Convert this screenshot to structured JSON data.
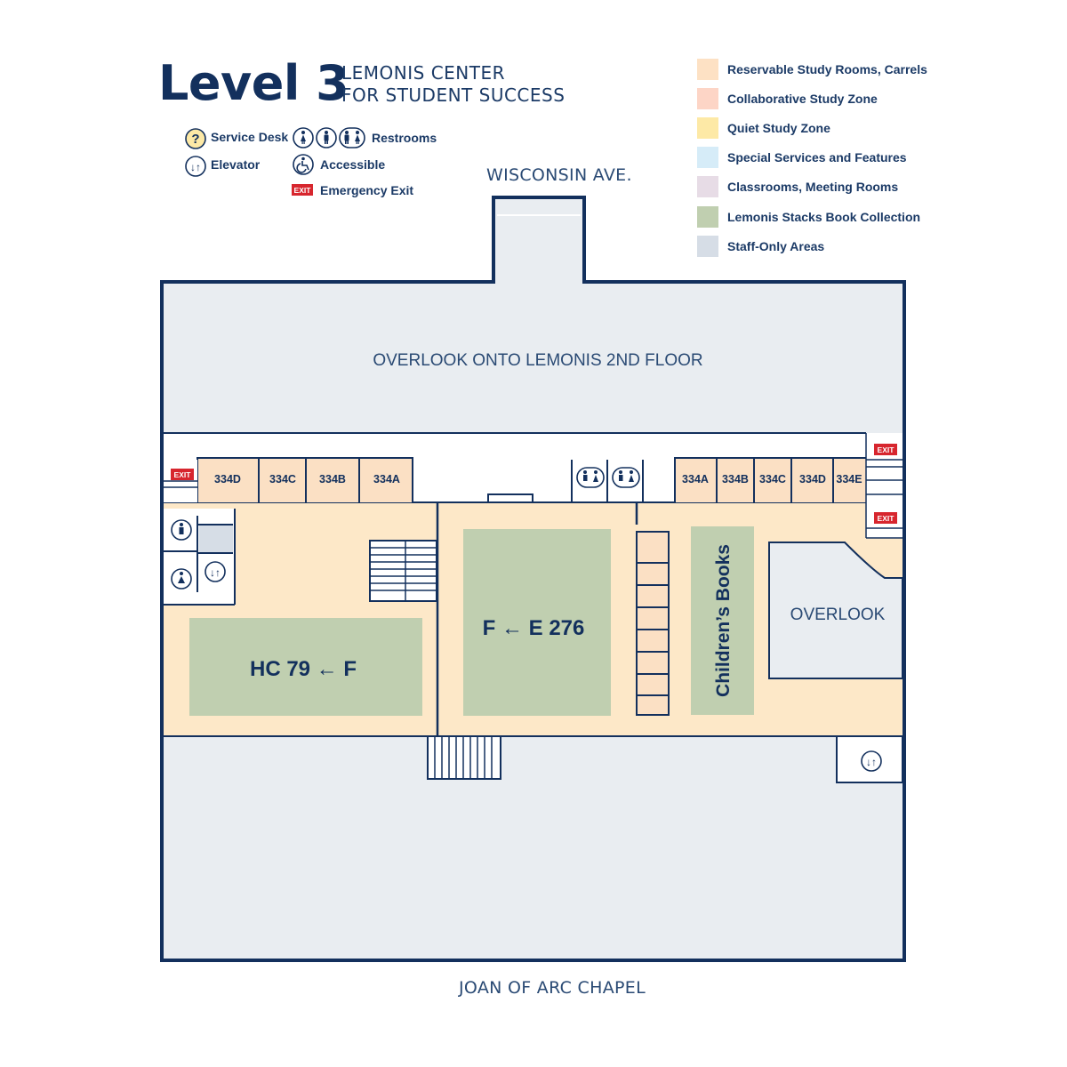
{
  "header": {
    "title": "Level 3",
    "subtitle_line1": "LEMONIS CENTER",
    "subtitle_line2": "FOR STUDENT SUCCESS"
  },
  "symbols": {
    "service_desk": "Service Desk",
    "elevator": "Elevator",
    "restrooms": "Restrooms",
    "accessible": "Accessible",
    "emergency_exit": "Emergency Exit",
    "exit_sign": "EXIT",
    "service_desk_glyph": "?",
    "elevator_glyph": "↓↑"
  },
  "legend": [
    {
      "label": "Reservable Study Rooms, Carrels",
      "color": "#fde1c4"
    },
    {
      "label": "Collaborative Study Zone",
      "color": "#fdd5c6"
    },
    {
      "label": "Quiet Study Zone",
      "color": "#fde9a6"
    },
    {
      "label": "Special Services and Features",
      "color": "#d6ecf8"
    },
    {
      "label": "Classrooms, Meeting Rooms",
      "color": "#e7dce6"
    },
    {
      "label": "Lemonis Stacks Book Collection",
      "color": "#c0cfb0"
    },
    {
      "label": "Staff-Only Areas",
      "color": "#d6dde6"
    }
  ],
  "streets": {
    "north": "WISCONSIN AVE.",
    "south": "JOAN OF ARC CHAPEL"
  },
  "map": {
    "overlook_2nd_floor": "OVERLOOK ONTO LEMONIS 2ND FLOOR",
    "overlook": "OVERLOOK",
    "rooms_left": [
      "334D",
      "334C",
      "334B",
      "334A"
    ],
    "rooms_right": [
      "334A",
      "334B",
      "334C",
      "334D",
      "334E"
    ],
    "stacks_left": "HC 79 ← F",
    "stacks_center": "F ← E 276",
    "childrens_books": "Children’s Books"
  },
  "colors": {
    "wall": "#13305d",
    "floor_gray": "#e9edf1",
    "study_zone": "#fde8c8",
    "room": "#fbe0c4",
    "stacks": "#c0cfb0",
    "exit_red": "#d7262e"
  }
}
